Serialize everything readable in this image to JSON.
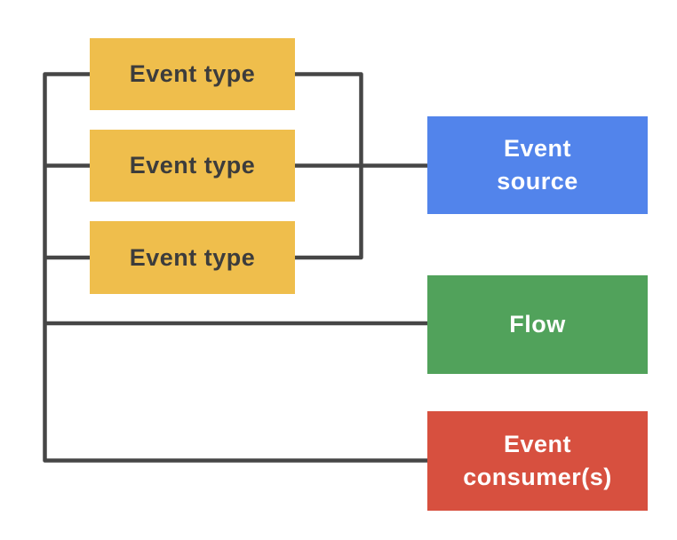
{
  "diagram": {
    "background_color": "#ffffff",
    "line_color": "#464646",
    "nodes": [
      {
        "id": "event-type-1",
        "label": "Event type",
        "fill": "#EFBE4C",
        "text_color": "#3C3C3C"
      },
      {
        "id": "event-type-2",
        "label": "Event type",
        "fill": "#EFBE4C",
        "text_color": "#3C3C3C"
      },
      {
        "id": "event-type-3",
        "label": "Event type",
        "fill": "#EFBE4C",
        "text_color": "#3C3C3C"
      },
      {
        "id": "event-source",
        "label": "Event\nsource",
        "fill": "#5284EB",
        "text_color": "#FFFFFF"
      },
      {
        "id": "flow",
        "label": "Flow",
        "fill": "#51A25B",
        "text_color": "#FFFFFF"
      },
      {
        "id": "event-consumers",
        "label": "Event\nconsumer(s)",
        "fill": "#D7503F",
        "text_color": "#FFFFFF"
      }
    ],
    "connections": [
      {
        "from": "event-type-1",
        "to": "event-source",
        "via": "right-junction-bus"
      },
      {
        "from": "event-type-2",
        "to": "event-source",
        "via": "right-junction-bus"
      },
      {
        "from": "event-type-3",
        "to": "event-source",
        "via": "right-junction-bus"
      },
      {
        "from": "left-bus",
        "to": "event-type-1"
      },
      {
        "from": "left-bus",
        "to": "event-type-2"
      },
      {
        "from": "left-bus",
        "to": "event-type-3"
      },
      {
        "from": "left-bus",
        "to": "flow"
      },
      {
        "from": "left-bus",
        "to": "event-consumers"
      }
    ]
  }
}
